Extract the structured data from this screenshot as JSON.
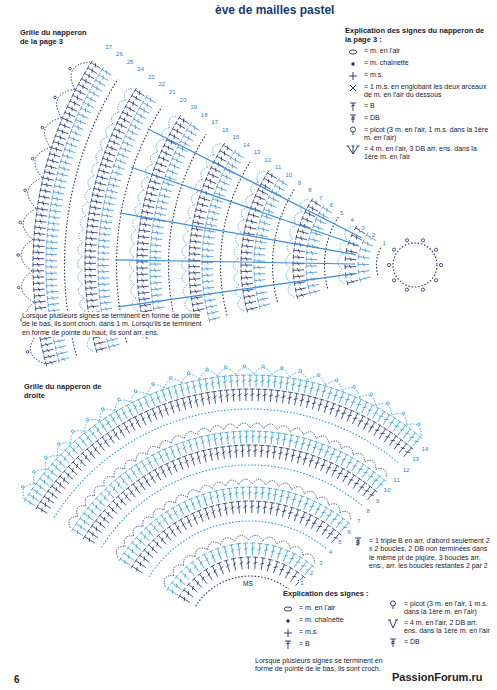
{
  "diagram": {
    "labels": [
      "ève de mailles pastel",
      "Grille du napperon de la page 3",
      "Explication des signes du napperon de la page 3 :",
      "Lorsque plusieurs signes se terminent en forme de pointe de le bas, ils sont croch. dans 1 m. Lorsqu'ils se terminent en forme de pointe du haut, ils sont arr. ens.",
      "Grille du napperon de droite",
      "Explication des signes :",
      "Lorsque plusieurs signes se terminent en forme de pointe de le bas, ils sont croch.",
      "MS",
      "6",
      "PassionForum.ru",
      "1",
      "2",
      "3",
      "4",
      "5",
      "6",
      "7",
      "8",
      "9",
      "10",
      "11",
      "12",
      "13",
      "14",
      "15",
      "16",
      "17",
      "18",
      "19",
      "20",
      "21",
      "22",
      "23",
      "24",
      "25",
      "26",
      "27",
      "1",
      "2",
      "3",
      "4",
      "5",
      "6",
      "7",
      "8",
      "9",
      "10",
      "11",
      "12",
      "13",
      "14"
    ],
    "legend": [
      {
        "text": "= m. en l'air"
      },
      {
        "text": "= m. chaînette"
      },
      {
        "text": "= m.s."
      },
      {
        "text": "= 1 m.s. en englobant les deux arceaux de m. en l'air du dessous"
      },
      {
        "text": "= B"
      },
      {
        "text": "= DB"
      },
      {
        "text": "= picot (3 m. en l'air, 1 m.s. dans la 1ère m. en l'air)"
      },
      {
        "text": "= 4 m. en l'air, 3 DB arr. ens. dans la 1ère m. en l'air"
      },
      {
        "text": "= m. en l'air"
      },
      {
        "text": "= m. chaînette"
      },
      {
        "text": "= m.s."
      },
      {
        "text": "= B"
      },
      {
        "text": "= 1 triple B en arr. d'abord seulement 2 x 2 boucles, 2 DB non terminées dans le même pt de piqûre, 3 boucles arr. ens., arr. les boucles restantes 2 par 2"
      },
      {
        "text": "= picot (3 m. en l'air, 1 m.s. dans la 1ère m. en l'air)"
      },
      {
        "text": "= 4 m. en l'air, 2 DB arr. ens. dans la 1ère m. en l'air"
      },
      {
        "text": "= DB"
      }
    ]
  }
}
